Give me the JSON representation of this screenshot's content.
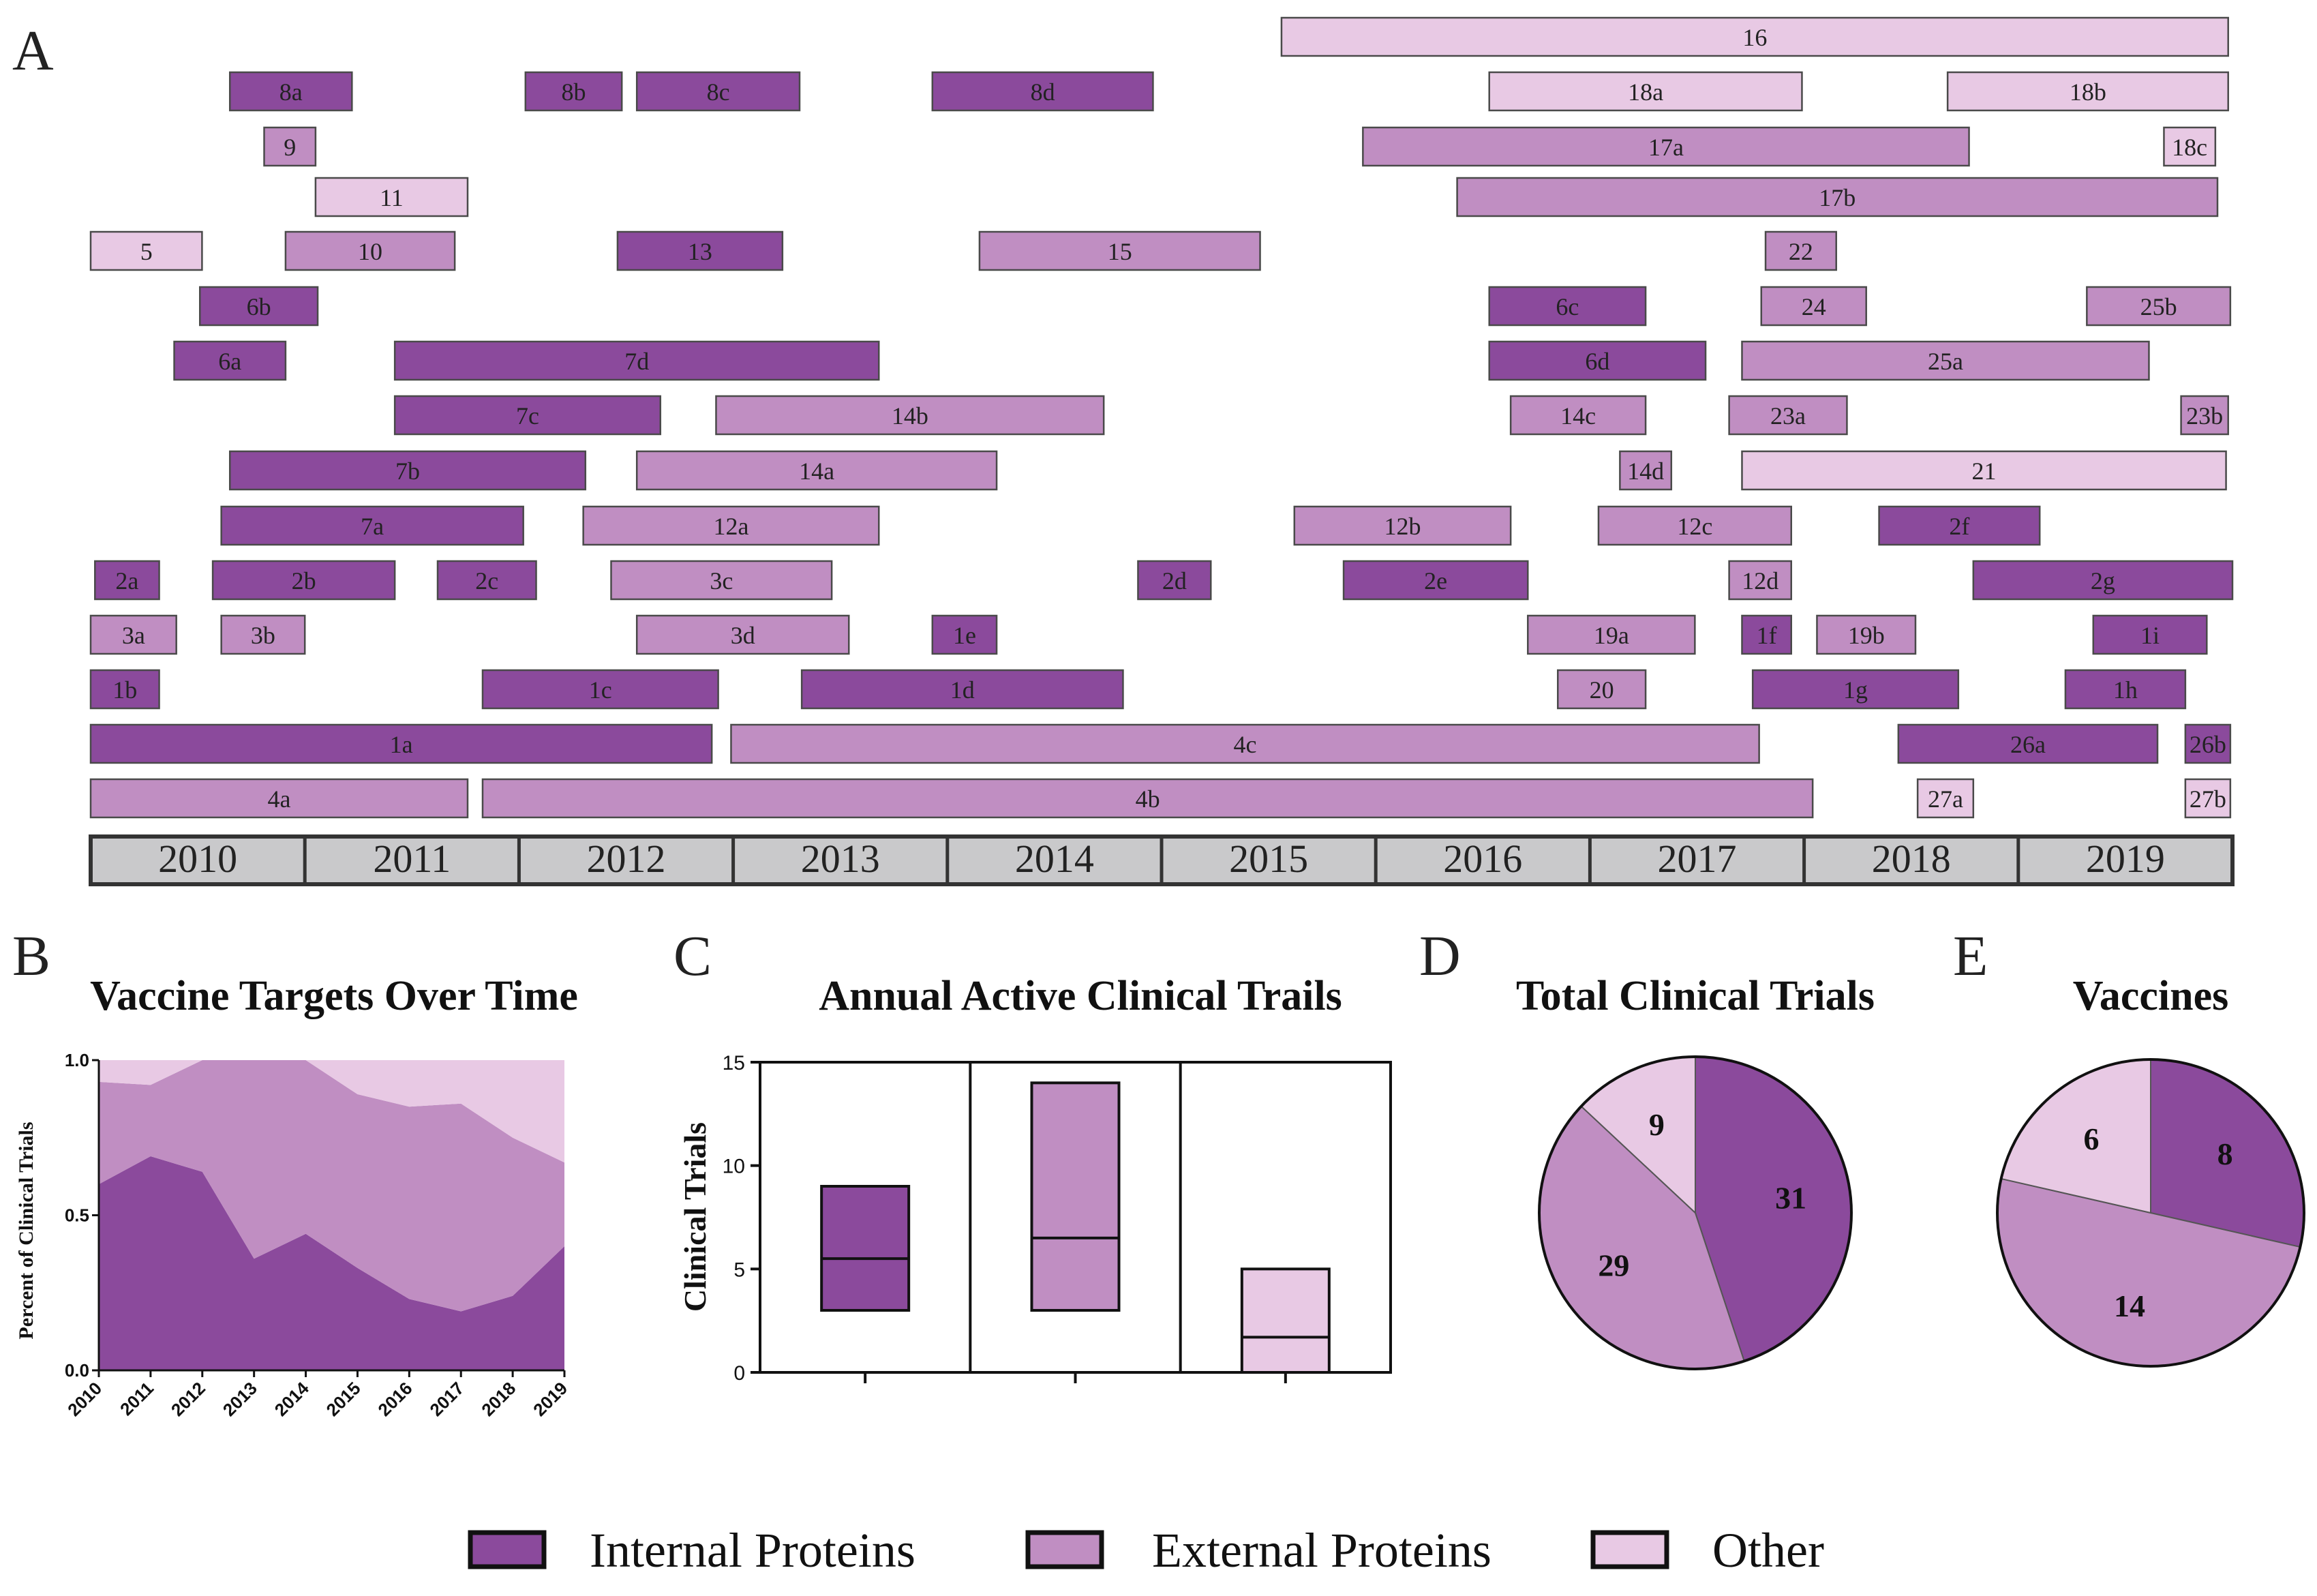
{
  "colors": {
    "internal": "#8b4a9c",
    "external": "#c08ec2",
    "other": "#e8c9e4"
  },
  "panels": {
    "a": "A",
    "b": "B",
    "c": "C",
    "d": "D",
    "e": "E"
  },
  "chart_data": [
    {
      "type": "timeline",
      "years": [
        "2010",
        "2011",
        "2012",
        "2013",
        "2014",
        "2015",
        "2016",
        "2017",
        "2018",
        "2019"
      ],
      "bars": [
        {
          "label": "16",
          "cat": "other",
          "start": 2015.56,
          "end": 2019.98
        },
        {
          "label": "8a",
          "cat": "internal",
          "start": 2010.65,
          "end": 2011.22
        },
        {
          "label": "8b",
          "cat": "internal",
          "start": 2012.03,
          "end": 2012.48
        },
        {
          "label": "8c",
          "cat": "internal",
          "start": 2012.55,
          "end": 2013.31
        },
        {
          "label": "8d",
          "cat": "internal",
          "start": 2013.93,
          "end": 2014.96
        },
        {
          "label": "18a",
          "cat": "other",
          "start": 2016.53,
          "end": 2017.99
        },
        {
          "label": "18b",
          "cat": "other",
          "start": 2018.67,
          "end": 2019.98
        },
        {
          "label": "9",
          "cat": "external",
          "start": 2010.81,
          "end": 2011.05
        },
        {
          "label": "17a",
          "cat": "external",
          "start": 2015.94,
          "end": 2018.77
        },
        {
          "label": "18c",
          "cat": "other",
          "start": 2019.68,
          "end": 2019.92
        },
        {
          "label": "11",
          "cat": "other",
          "start": 2011.05,
          "end": 2011.76
        },
        {
          "label": "17b",
          "cat": "external",
          "start": 2016.38,
          "end": 2019.93
        },
        {
          "label": "5",
          "cat": "other",
          "start": 2010.0,
          "end": 2010.52
        },
        {
          "label": "10",
          "cat": "external",
          "start": 2010.91,
          "end": 2011.7
        },
        {
          "label": "13",
          "cat": "internal",
          "start": 2012.46,
          "end": 2013.23
        },
        {
          "label": "15",
          "cat": "external",
          "start": 2014.15,
          "end": 2015.46
        },
        {
          "label": "22",
          "cat": "external",
          "start": 2017.82,
          "end": 2018.15
        },
        {
          "label": "6b",
          "cat": "internal",
          "start": 2010.51,
          "end": 2011.06
        },
        {
          "label": "6c",
          "cat": "internal",
          "start": 2016.53,
          "end": 2017.26
        },
        {
          "label": "24",
          "cat": "external",
          "start": 2017.8,
          "end": 2018.29
        },
        {
          "label": "25b",
          "cat": "external",
          "start": 2019.32,
          "end": 2019.99
        },
        {
          "label": "6a",
          "cat": "internal",
          "start": 2010.39,
          "end": 2010.91
        },
        {
          "label": "7d",
          "cat": "internal",
          "start": 2011.42,
          "end": 2013.68
        },
        {
          "label": "6d",
          "cat": "internal",
          "start": 2016.53,
          "end": 2017.54
        },
        {
          "label": "25a",
          "cat": "external",
          "start": 2017.71,
          "end": 2019.61
        },
        {
          "label": "7c",
          "cat": "internal",
          "start": 2011.42,
          "end": 2012.66
        },
        {
          "label": "14b",
          "cat": "external",
          "start": 2012.92,
          "end": 2014.73
        },
        {
          "label": "14c",
          "cat": "external",
          "start": 2016.63,
          "end": 2017.26
        },
        {
          "label": "23a",
          "cat": "external",
          "start": 2017.65,
          "end": 2018.2
        },
        {
          "label": "23b",
          "cat": "external",
          "start": 2019.76,
          "end": 2019.98
        },
        {
          "label": "7b",
          "cat": "internal",
          "start": 2010.65,
          "end": 2012.31
        },
        {
          "label": "14a",
          "cat": "external",
          "start": 2012.55,
          "end": 2014.23
        },
        {
          "label": "14d",
          "cat": "external",
          "start": 2017.14,
          "end": 2017.38
        },
        {
          "label": "21",
          "cat": "other",
          "start": 2017.71,
          "end": 2019.97
        },
        {
          "label": "7a",
          "cat": "internal",
          "start": 2010.61,
          "end": 2012.02
        },
        {
          "label": "12a",
          "cat": "external",
          "start": 2012.3,
          "end": 2013.68
        },
        {
          "label": "12b",
          "cat": "external",
          "start": 2015.62,
          "end": 2016.63
        },
        {
          "label": "12c",
          "cat": "external",
          "start": 2017.04,
          "end": 2017.94
        },
        {
          "label": "2f",
          "cat": "internal",
          "start": 2018.35,
          "end": 2019.1
        },
        {
          "label": "2a",
          "cat": "internal",
          "start": 2010.02,
          "end": 2010.32
        },
        {
          "label": "2b",
          "cat": "internal",
          "start": 2010.57,
          "end": 2011.42
        },
        {
          "label": "2c",
          "cat": "internal",
          "start": 2011.62,
          "end": 2012.08
        },
        {
          "label": "3c",
          "cat": "external",
          "start": 2012.43,
          "end": 2013.46
        },
        {
          "label": "2d",
          "cat": "internal",
          "start": 2014.89,
          "end": 2015.23
        },
        {
          "label": "2e",
          "cat": "internal",
          "start": 2015.85,
          "end": 2016.71
        },
        {
          "label": "12d",
          "cat": "external",
          "start": 2017.65,
          "end": 2017.94
        },
        {
          "label": "2g",
          "cat": "internal",
          "start": 2018.79,
          "end": 2020.0
        },
        {
          "label": "3a",
          "cat": "external",
          "start": 2010.0,
          "end": 2010.4
        },
        {
          "label": "3b",
          "cat": "external",
          "start": 2010.61,
          "end": 2011.0
        },
        {
          "label": "3d",
          "cat": "external",
          "start": 2012.55,
          "end": 2013.54
        },
        {
          "label": "1e",
          "cat": "internal",
          "start": 2013.93,
          "end": 2014.23
        },
        {
          "label": "19a",
          "cat": "external",
          "start": 2016.71,
          "end": 2017.49
        },
        {
          "label": "1f",
          "cat": "internal",
          "start": 2017.71,
          "end": 2017.94
        },
        {
          "label": "19b",
          "cat": "external",
          "start": 2018.06,
          "end": 2018.52
        },
        {
          "label": "1i",
          "cat": "internal",
          "start": 2019.35,
          "end": 2019.88
        },
        {
          "label": "1b",
          "cat": "internal",
          "start": 2010.0,
          "end": 2010.32
        },
        {
          "label": "1c",
          "cat": "internal",
          "start": 2011.83,
          "end": 2012.93
        },
        {
          "label": "1d",
          "cat": "internal",
          "start": 2013.32,
          "end": 2014.82
        },
        {
          "label": "20",
          "cat": "external",
          "start": 2016.85,
          "end": 2017.26
        },
        {
          "label": "1g",
          "cat": "internal",
          "start": 2017.76,
          "end": 2018.72
        },
        {
          "label": "1h",
          "cat": "internal",
          "start": 2019.22,
          "end": 2019.78
        },
        {
          "label": "1a",
          "cat": "internal",
          "start": 2010.0,
          "end": 2012.9
        },
        {
          "label": "4c",
          "cat": "external",
          "start": 2012.99,
          "end": 2017.79
        },
        {
          "label": "26a",
          "cat": "internal",
          "start": 2018.44,
          "end": 2019.65
        },
        {
          "label": "26b",
          "cat": "internal",
          "start": 2019.78,
          "end": 2019.99
        },
        {
          "label": "4a",
          "cat": "external",
          "start": 2010.0,
          "end": 2011.76
        },
        {
          "label": "4b",
          "cat": "external",
          "start": 2011.83,
          "end": 2018.04
        },
        {
          "label": "27a",
          "cat": "other",
          "start": 2018.53,
          "end": 2018.79
        },
        {
          "label": "27b",
          "cat": "other",
          "start": 2019.78,
          "end": 2019.99
        }
      ]
    },
    {
      "type": "area",
      "title": "Vaccine Targets Over Time",
      "ylabel": "Percent of Clinical Trials",
      "ylim": [
        0,
        1
      ],
      "yticks": [
        "0.0",
        "0.5",
        "1.0"
      ],
      "x": [
        "2010",
        "2011",
        "2012",
        "2013",
        "2014",
        "2015",
        "2016",
        "2017",
        "2018",
        "2019"
      ],
      "series": [
        {
          "key": "internal",
          "values": [
            0.6,
            0.69,
            0.64,
            0.36,
            0.44,
            0.33,
            0.23,
            0.19,
            0.24,
            0.4
          ]
        },
        {
          "key": "external",
          "values": [
            0.33,
            0.23,
            0.36,
            0.64,
            0.56,
            0.56,
            0.62,
            0.67,
            0.51,
            0.27
          ]
        },
        {
          "key": "other",
          "values": [
            0.07,
            0.08,
            0.0,
            0.0,
            0.0,
            0.11,
            0.15,
            0.14,
            0.25,
            0.33
          ]
        }
      ]
    },
    {
      "type": "box",
      "title": "Annual Active Clinical Trails",
      "ylabel": "Clinical Trials",
      "ylim": [
        0,
        15
      ],
      "yticks": [
        "0",
        "5",
        "10",
        "15"
      ],
      "boxes": [
        {
          "key": "internal",
          "min": 3,
          "max": 9,
          "median": 5.5
        },
        {
          "key": "external",
          "min": 3,
          "max": 14,
          "median": 6.5
        },
        {
          "key": "other",
          "min": 0,
          "max": 5,
          "median": 1.7
        }
      ]
    },
    {
      "type": "pie",
      "title": "Total Clinical Trials",
      "slices": [
        {
          "key": "internal",
          "value": 31,
          "label": "31"
        },
        {
          "key": "external",
          "value": 29,
          "label": "29"
        },
        {
          "key": "other",
          "value": 9,
          "label": "9"
        }
      ]
    },
    {
      "type": "pie",
      "title": "Vaccines",
      "slices": [
        {
          "key": "internal",
          "value": 8,
          "label": "8"
        },
        {
          "key": "external",
          "value": 14,
          "label": "14"
        },
        {
          "key": "other",
          "value": 6,
          "label": "6"
        }
      ]
    }
  ],
  "legend": [
    {
      "key": "internal",
      "label": "Internal Proteins"
    },
    {
      "key": "external",
      "label": "External Proteins"
    },
    {
      "key": "other",
      "label": "Other"
    }
  ]
}
